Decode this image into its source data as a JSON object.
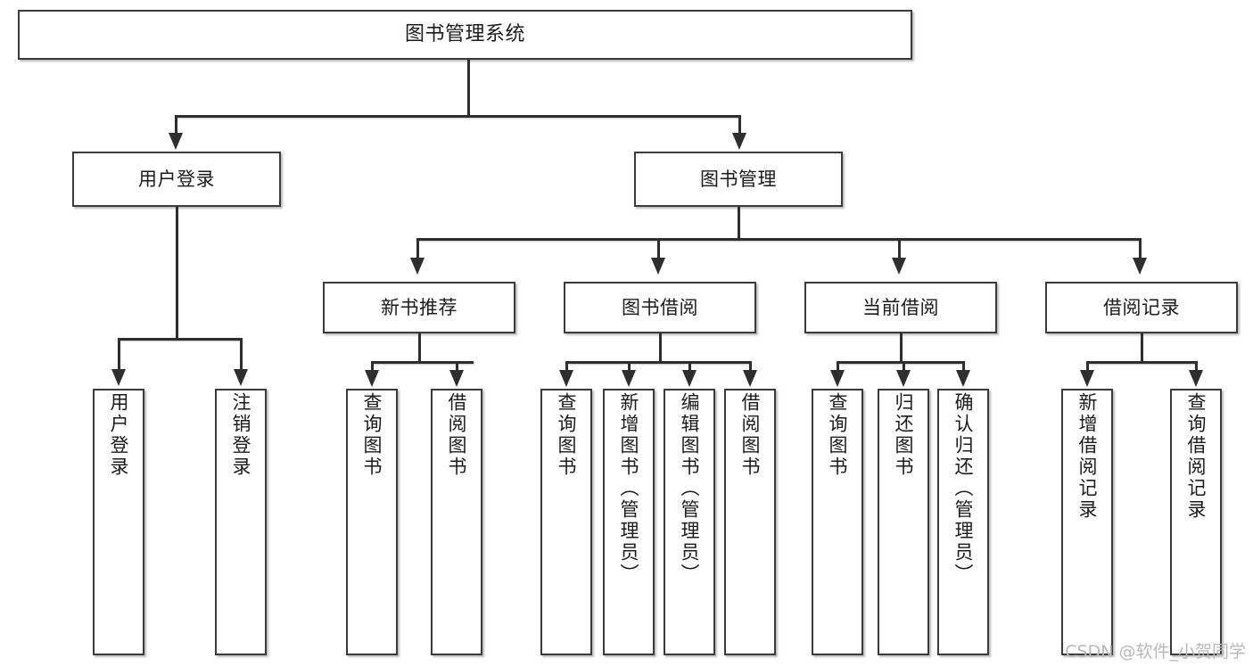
{
  "diagram": {
    "title": "图书管理系统",
    "watermark": "CSDN @软件_小贺同学",
    "colors": {
      "box_border": "#3b3b3b",
      "connector": "#2e2e2e",
      "background": "#ffffff",
      "text": "#1b1b1b",
      "watermark": "#b9b9b9"
    },
    "root": {
      "label": "图书管理系统"
    },
    "level2": [
      {
        "label": "用户登录"
      },
      {
        "label": "图书管理"
      }
    ],
    "level3": [
      {
        "label": "新书推荐"
      },
      {
        "label": "图书借阅"
      },
      {
        "label": "当前借阅"
      },
      {
        "label": "借阅记录"
      }
    ],
    "leaves": {
      "user_login": [
        {
          "label": "用户登录"
        },
        {
          "label": "注销登录"
        }
      ],
      "new_book_recommend": [
        {
          "label": "查询图书"
        },
        {
          "label": "借阅图书"
        }
      ],
      "book_borrow": [
        {
          "label": "查询图书"
        },
        {
          "label": "新增图书（管理员）"
        },
        {
          "label": "编辑图书（管理员）"
        },
        {
          "label": "借阅图书"
        }
      ],
      "current_borrow": [
        {
          "label": "查询图书"
        },
        {
          "label": "归还图书"
        },
        {
          "label": "确认归还（管理员）"
        }
      ],
      "borrow_record": [
        {
          "label": "新增借阅记录"
        },
        {
          "label": "查询借阅记录"
        }
      ]
    }
  }
}
